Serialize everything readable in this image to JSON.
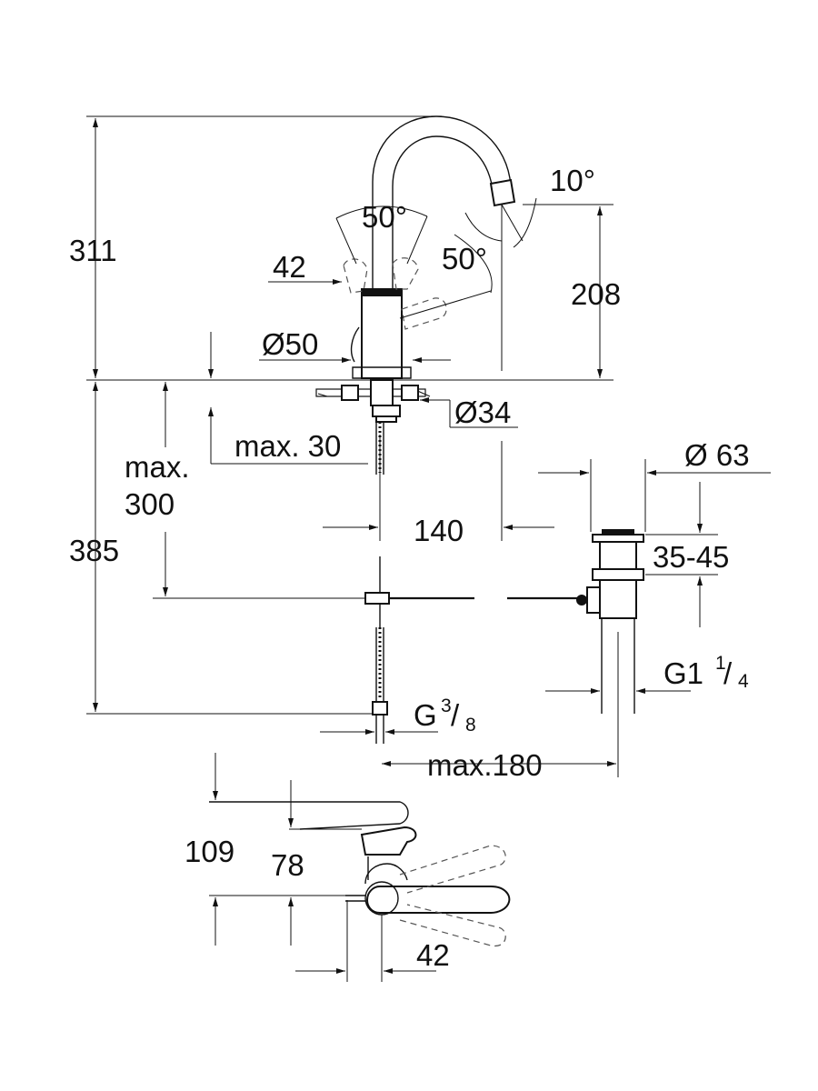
{
  "title": "Basin mixer dimension drawing",
  "dimensions": {
    "height_total": "311",
    "spout_height": "208",
    "spout_angle": "10°",
    "lever_angle_front": "50°",
    "lever_angle_side": "50°",
    "lever_offset_top": "42",
    "base_diameter": "Ø50",
    "thread_diameter": "Ø34",
    "max_deck_thickness": "max. 30",
    "max_hose_line1": "max.",
    "max_hose_line2": "300",
    "below_deck": "385",
    "spout_reach": "140",
    "waste_diameter": "Ø 63",
    "waste_range": "35-45",
    "waste_thread_main": "G1",
    "waste_thread_num": "1",
    "waste_thread_den": "4",
    "hose_thread_main": "G",
    "hose_thread_num": "3",
    "hose_thread_den": "8",
    "max_waste_offset": "max.180",
    "lever_height": "109",
    "body_height": "78",
    "lever_offset_bottom": "42"
  }
}
